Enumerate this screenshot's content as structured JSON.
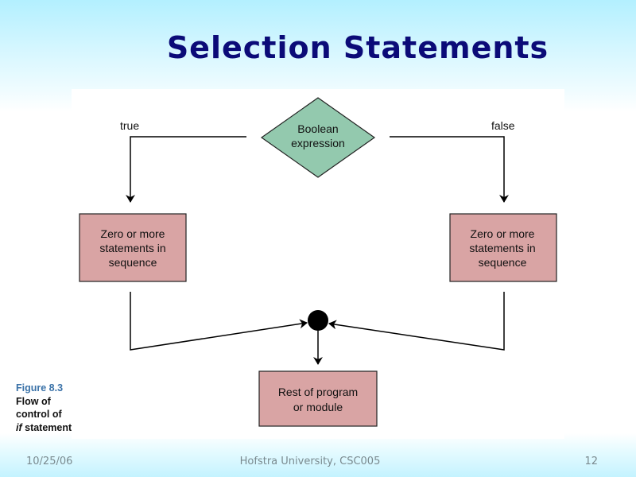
{
  "slide": {
    "title": "Selection Statements",
    "footer": {
      "date": "10/25/06",
      "center": "Hofstra University, CSC005",
      "page": "12"
    }
  },
  "colors": {
    "title": "#0b0b78",
    "decision_fill": "#93c9ae",
    "process_fill": "#d9a4a4",
    "caption_accent": "#3a72a8",
    "footer_text": "#7a8a8f"
  },
  "diagram": {
    "decision": {
      "lines": [
        "Boolean",
        "expression"
      ]
    },
    "branch_labels": {
      "true": "true",
      "false": "false"
    },
    "left_box": {
      "lines": [
        "Zero or more",
        "statements in",
        "sequence"
      ]
    },
    "right_box": {
      "lines": [
        "Zero or more",
        "statements in",
        "sequence"
      ]
    },
    "end_box": {
      "lines": [
        "Rest of program",
        "or module"
      ]
    }
  },
  "caption": {
    "figure": "Figure 8.3",
    "line1": "Flow of",
    "line2": "control of",
    "keyword": "if",
    "line3_rest": " statement"
  }
}
